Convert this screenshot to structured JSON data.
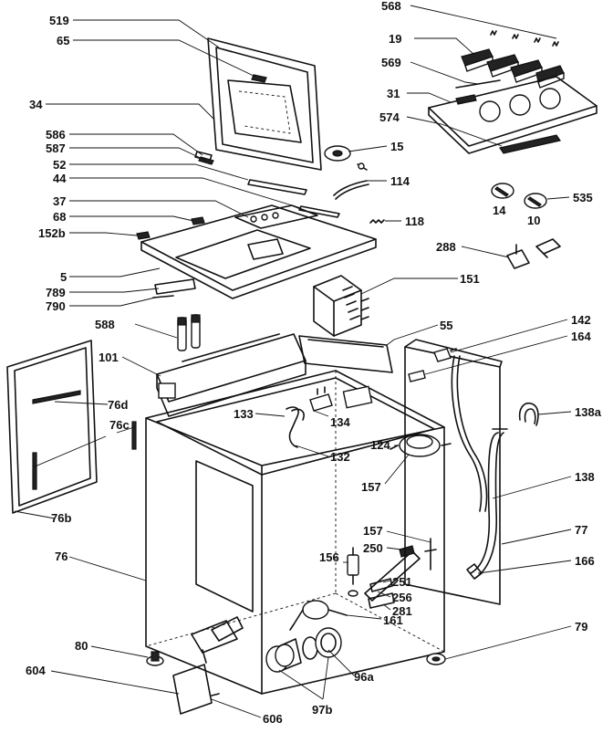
{
  "labels": [
    "519",
    "65",
    "34",
    "586",
    "587",
    "52",
    "44",
    "37",
    "68",
    "152b",
    "5",
    "789",
    "790",
    "588",
    "101",
    "76d",
    "76c",
    "76b",
    "76",
    "80",
    "604",
    "606",
    "97b",
    "96a",
    "161",
    "133",
    "134",
    "132",
    "124",
    "157",
    "156",
    "250",
    "251",
    "256",
    "281",
    "568",
    "19",
    "569",
    "31",
    "574",
    "15",
    "114",
    "118",
    "535",
    "14",
    "10",
    "288",
    "151",
    "55",
    "142",
    "164",
    "138a",
    "138",
    "77",
    "166",
    "79"
  ]
}
